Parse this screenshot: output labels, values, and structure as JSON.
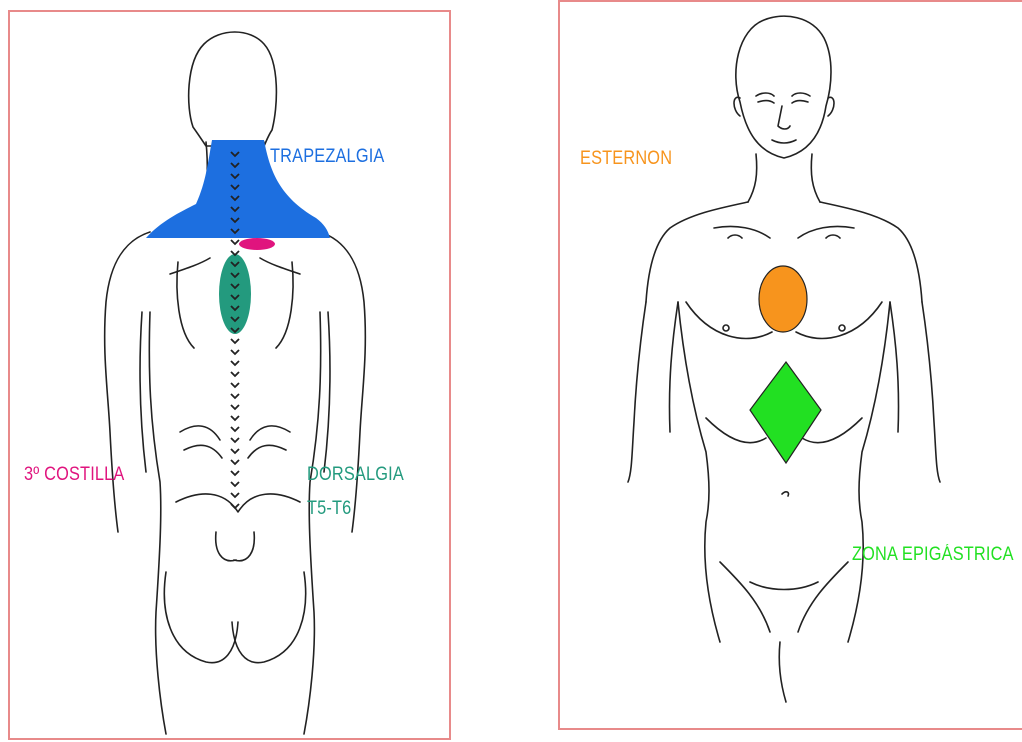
{
  "back_view": {
    "labels": {
      "trapezalgia": "TRAPEZALGIA",
      "costilla": "3º COSTILLA",
      "dorsalgia_line1": "DORSALGIA",
      "dorsalgia_line2": "T5-T6"
    }
  },
  "front_view": {
    "labels": {
      "esternon": "ESTERNON",
      "epigastrica": "ZONA EPIGÁSTRICA"
    }
  },
  "colors": {
    "trapezalgia": "#1d6fe0",
    "costilla": "#e0147e",
    "dorsalgia": "#239a7e",
    "esternon": "#f7941d",
    "epigastrica": "#22e022",
    "panel_border": "#e88a8a"
  }
}
